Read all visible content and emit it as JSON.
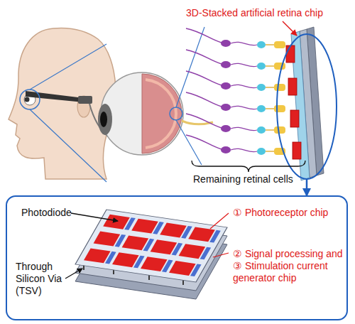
{
  "diagram": {
    "nodes": [
      {
        "text": [
          "Photodiode",
          "Through Silicon Via (TSV)",
          "① Photoreceptor chip",
          "② Signal processing and ③ Stimulation current generator chip"
        ]
      }
    ],
    "labels": [
      "3D-Stacked artificial retina chip",
      "Remaining retinal cells"
    ]
  }
}
